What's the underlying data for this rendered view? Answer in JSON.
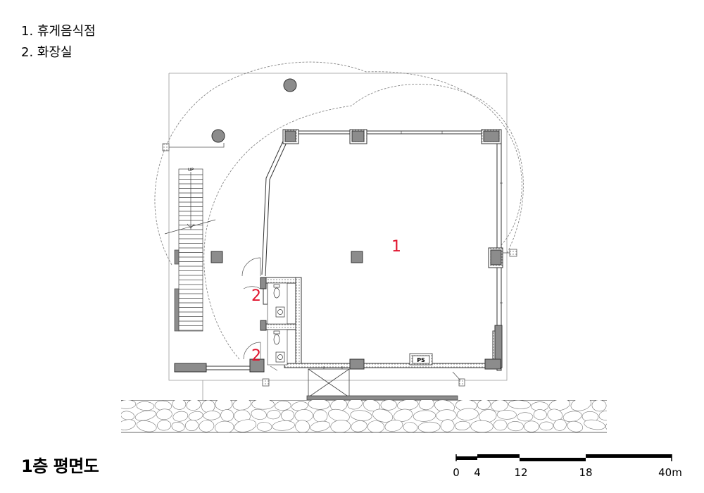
{
  "legend": [
    {
      "num": "1.",
      "name": "휴게음식점"
    },
    {
      "num": "2.",
      "name": "화장실"
    }
  ],
  "title": "1층 평면도",
  "rooms": {
    "r1": "1",
    "r2a": "2",
    "r2b": "2"
  },
  "stair": {
    "up": "UP"
  },
  "ps_label": "PS",
  "scale": {
    "ticks": [
      "0",
      "4",
      "12",
      "18",
      "40m"
    ]
  },
  "colors": {
    "wall_fill": "#8c8c8c",
    "label_red": "#e1152f",
    "line": "#333333"
  }
}
